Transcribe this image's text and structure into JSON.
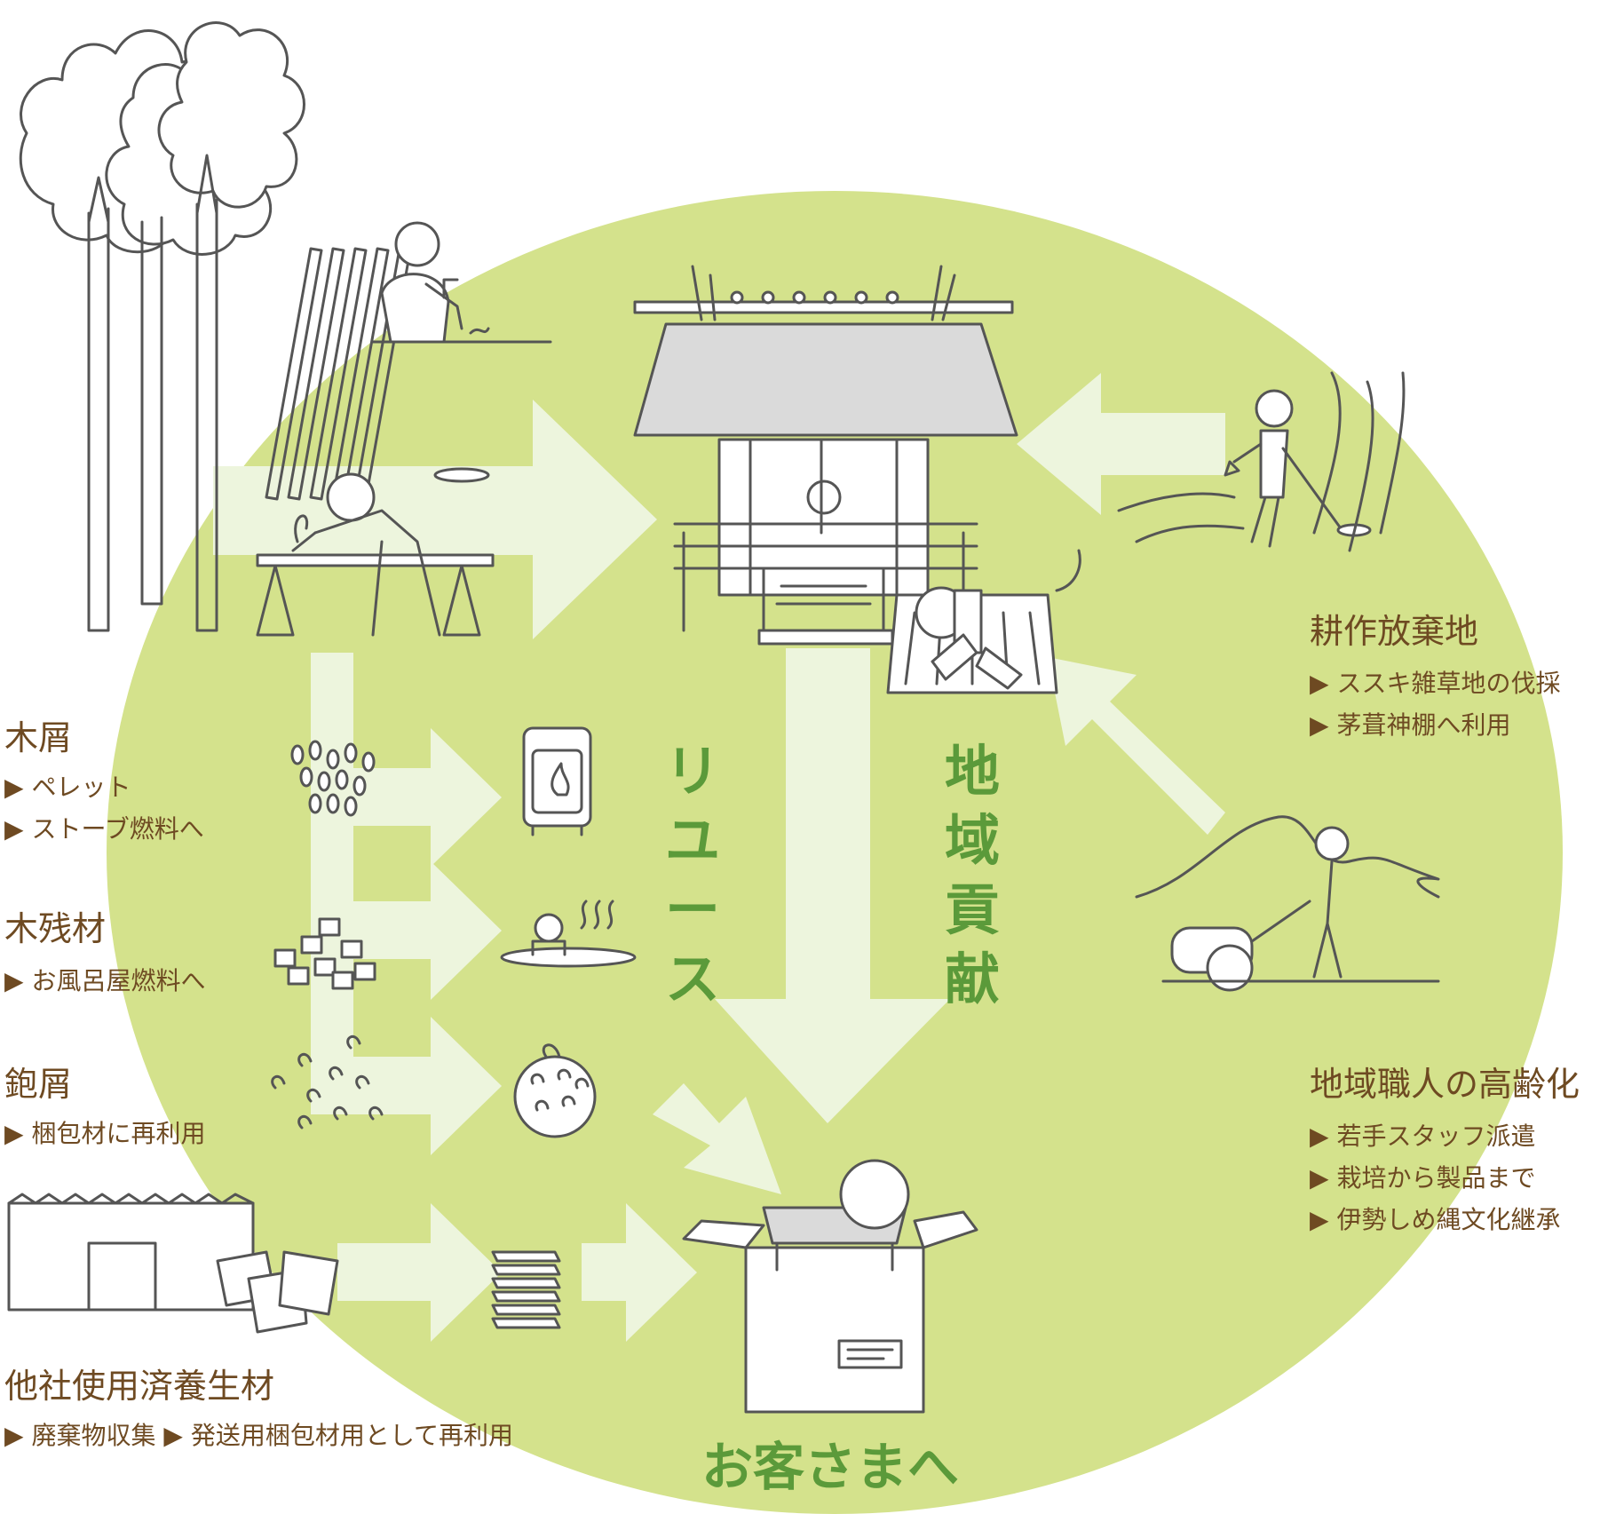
{
  "colors": {
    "circle": "#d4e28c",
    "arrow": "#edf5dd",
    "line": "#555555",
    "label": "#6e4a22",
    "accent": "#5b9a3a"
  },
  "center": {
    "reuse": [
      "リ",
      "ユ",
      "ー",
      "ス"
    ],
    "community": [
      "地",
      "域",
      "貢",
      "献"
    ],
    "to_customer": "お客さまへ"
  },
  "left": {
    "sawdust": {
      "title": "木屑",
      "items": [
        "ペレット",
        "ストーブ燃料へ"
      ]
    },
    "offcuts": {
      "title": "木残材",
      "items": [
        "お風呂屋燃料へ"
      ]
    },
    "shavings": {
      "title": "鉋屑",
      "items": [
        "梱包材に再利用"
      ]
    },
    "packing": {
      "title": "他社使用済養生材",
      "items": [
        "廃棄物収集",
        "発送用梱包材用として再利用"
      ]
    }
  },
  "right": {
    "farmland": {
      "title": "耕作放棄地",
      "items": [
        "ススキ雑草地の伐採",
        "茅葺神棚へ利用"
      ]
    },
    "artisans": {
      "title": "地域職人の高齢化",
      "items": [
        "若手スタッフ派遣",
        "栽培から製品まで",
        "伊勢しめ縄文化継承"
      ]
    }
  },
  "bullet": "▶",
  "icons": [
    "tree-icon",
    "carpenter-icon",
    "shrine-icon",
    "shimenawa-icon",
    "reaper-icon",
    "tiller-icon",
    "pellets-icon",
    "stove-icon",
    "wood-blocks-icon",
    "bath-icon",
    "shavings-icon",
    "cushion-ball-icon",
    "warehouse-icon",
    "paper-stack-icon",
    "package-box-icon"
  ]
}
